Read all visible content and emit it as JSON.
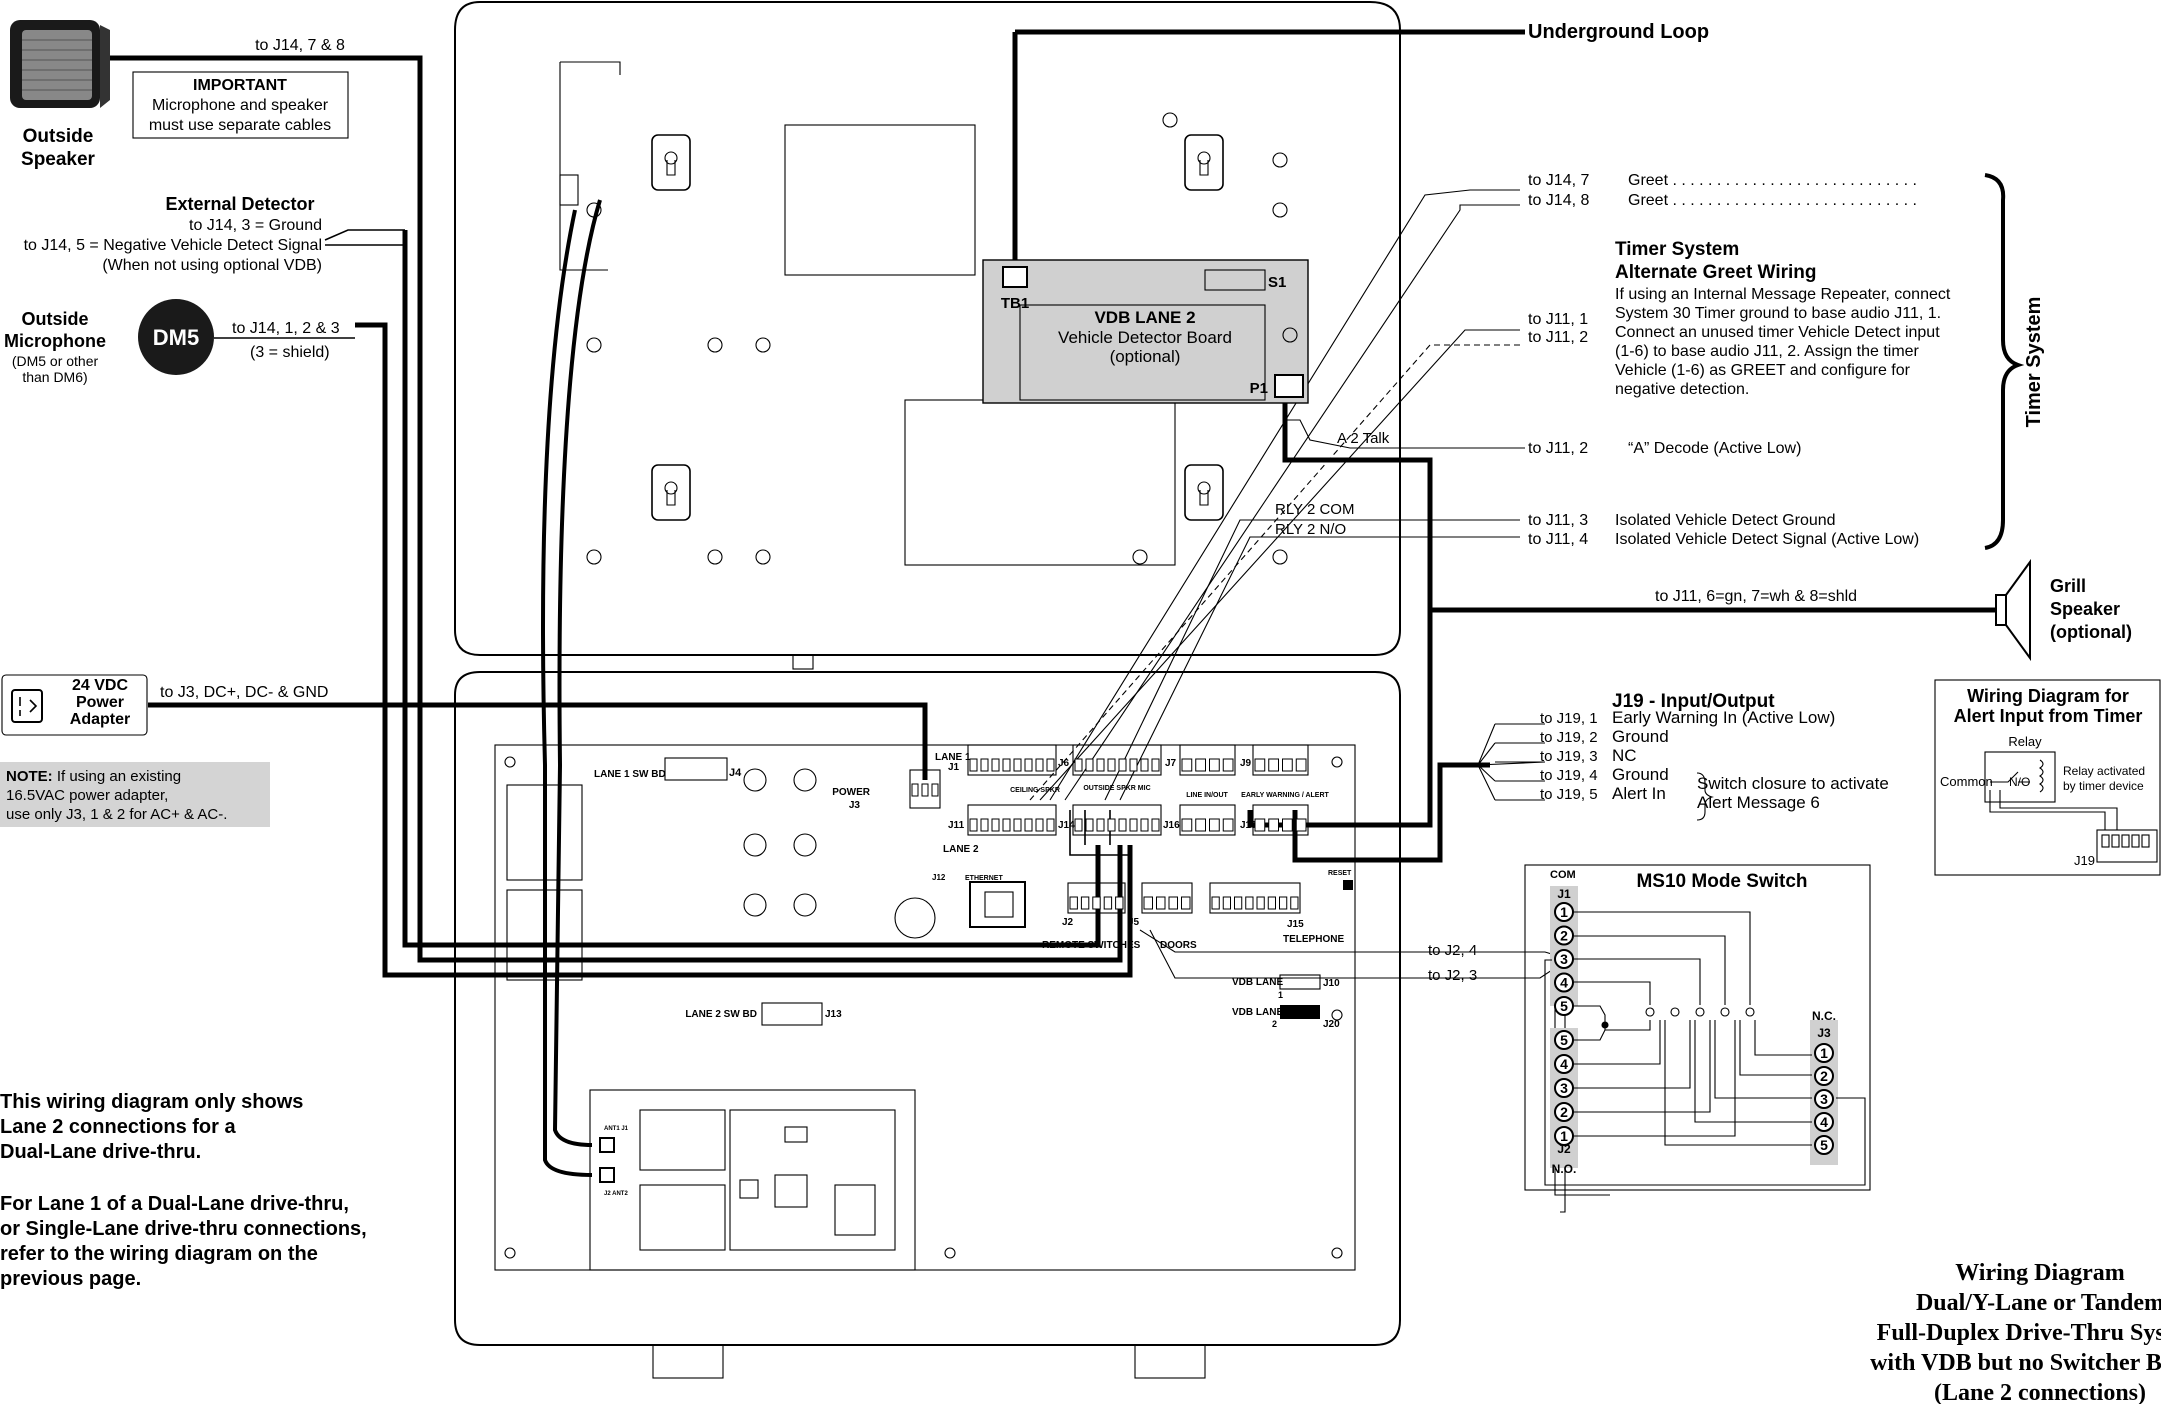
{
  "devices": {
    "outside_speaker": "Outside\nSpeaker",
    "important_title": "IMPORTANT",
    "important_text": [
      "Microphone and speaker",
      "must use separate cables"
    ],
    "ext_detector_title": "External Detector",
    "ext_detector_lines": [
      "to J14, 3 = Ground",
      "to J14, 5 = Negative Vehicle Detect Signal",
      "(When not using optional VDB)"
    ],
    "outside_mic_title": [
      "Outside",
      "Microphone"
    ],
    "outside_mic_sub": [
      "(DM5 or other",
      "than DM6)"
    ],
    "dm5": "DM5",
    "mic_conn": [
      "to J14, 1, 2 & 3",
      "(3 = shield)"
    ],
    "speaker_conn": "to J14,  7 & 8",
    "power_title": [
      "24 VDC",
      "Power",
      "Adapter"
    ],
    "power_conn": "to J3, DC+, DC- & GND",
    "note_lines": [
      "NOTE:  If using an existing",
      "16.5VAC power adapter,",
      "use only J3, 1 & 2 for AC+ & AC-."
    ],
    "underground_loop": "Underground Loop"
  },
  "vdb": {
    "title": "VDB LANE 2",
    "sub": [
      "Vehicle Detector Board",
      "(optional)"
    ],
    "tb1": "TB1",
    "s1": "S1",
    "p1": "P1",
    "a2talk": "A 2 Talk",
    "rly_com": "RLY 2 COM",
    "rly_no": "RLY 2 N/O"
  },
  "timer": {
    "greet1_to": "to J14, 7",
    "greet2_to": "to J14, 8",
    "greet": "Greet . . . . . . . . . . . . . . . . . . . . . . . . . . . .",
    "title1": "Timer System",
    "title2": "Alternate Greet Wiring",
    "desc": [
      "If using an Internal Message Repeater, connect",
      "System 30 Timer ground to base audio J11, 1.",
      "Connect an unused timer Vehicle Detect input",
      "(1-6) to base audio J11, 2.  Assign the timer",
      "Vehicle (1-6) as GREET and configure for",
      "negative detection."
    ],
    "j11_1": "to J11,  1",
    "j11_2": "to J11,  2",
    "decode_to": "to J11,  2",
    "decode": "“A” Decode (Active Low)",
    "iso_gnd_to": "to J11,  3",
    "iso_gnd": "Isolated Vehicle Detect Ground",
    "iso_sig_to": "to J11,  4",
    "iso_sig": "Isolated Vehicle Detect Signal (Active Low)",
    "brace_label": "Timer System"
  },
  "grill": {
    "conn": "to J11, 6=gn, 7=wh & 8=shld",
    "label": [
      "Grill",
      "Speaker",
      "(optional)"
    ]
  },
  "j19": {
    "title": "J19 - Input/Output",
    "rows": [
      {
        "to": "to J19,  1",
        "label": "Early Warning In (Active Low)"
      },
      {
        "to": "to J19,  2",
        "label": "Ground"
      },
      {
        "to": "to J19,  3",
        "label": "NC"
      },
      {
        "to": "to J19,  4",
        "label": "Ground"
      },
      {
        "to": "to J19,  5",
        "label": "Alert In"
      }
    ],
    "switch_note": [
      "Switch closure to activate",
      "Alert Message 6"
    ]
  },
  "alert_box": {
    "title": [
      "Wiring Diagram for",
      "Alert Input from Timer"
    ],
    "relay": "Relay",
    "common": "Common",
    "no": "N/O",
    "activated": [
      "Relay activated",
      "by timer device"
    ],
    "j19": "J19"
  },
  "board": {
    "lane1_sw": "LANE 1 SW BD",
    "j4": "J4",
    "power": "POWER",
    "j3": "J3",
    "lane1": "LANE 1",
    "j1": "J1",
    "j11": "J11",
    "lane2": "LANE 2",
    "ceiling": "CEILING SPKR",
    "outside_spkr": "OUTSIDE SPKR MIC",
    "line_inout": "LINE IN/OUT",
    "early": "EARLY WARNING / ALERT",
    "j6": "J6",
    "j14": "J14",
    "j7": "J7",
    "j16": "J16",
    "j9": "J9",
    "j19": "J19",
    "j12": "J12",
    "ethernet": "ETHERNET",
    "j2": "J2",
    "j5": "J5",
    "j15": "J15",
    "remote": "REMOTE  SWITCHES",
    "doors": "DOORS",
    "telephone": "TELEPHONE",
    "reset": "RESET",
    "vdb_lane1": "VDB LANE",
    "vdb_lane1_n": "1",
    "j10": "J10",
    "vdb_lane2": "VDB LANE",
    "vdb_lane2_n": "2",
    "j20": "J20",
    "lane2_sw": "LANE 2 SW BD",
    "j13": "J13",
    "ant1": "ANT1 J1",
    "ant2": "J2 ANT2"
  },
  "ms10": {
    "title": "MS10 Mode Switch",
    "com": "COM",
    "j1": "J1",
    "j2": "J2",
    "j3": "J3",
    "nc": "N.C.",
    "no": "N.O.",
    "to_j24": "to J2, 4",
    "to_j23": "to J2, 3",
    "j1_pins": [
      "1",
      "2",
      "3",
      "4",
      "5"
    ],
    "j2_pins": [
      "5",
      "4",
      "3",
      "2",
      "1"
    ],
    "j3_pins": [
      "1",
      "2",
      "3",
      "4",
      "5"
    ]
  },
  "notes": {
    "lane2_note": [
      "This wiring diagram only shows",
      "Lane 2 connections for a",
      "Dual-Lane drive-thru."
    ],
    "lane1_note": [
      "For Lane 1 of a Dual-Lane drive-thru,",
      "or Single-Lane drive-thru connections,",
      "refer to the wiring diagram on the",
      "previous page."
    ]
  },
  "caption": [
    "Wiring Diagram",
    "Dual/Y-Lane or Tandem",
    "Full-Duplex Drive-Thru System",
    "with VDB but no Switcher Board",
    "(Lane 2 connections)"
  ]
}
